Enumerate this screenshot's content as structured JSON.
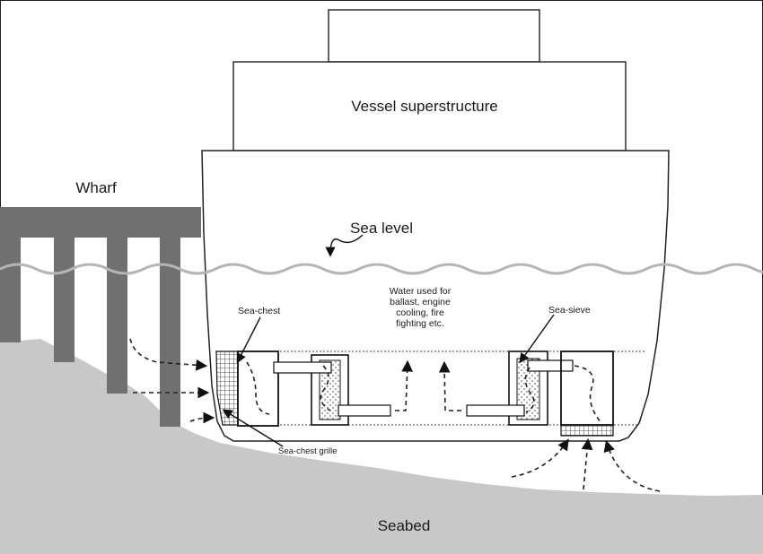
{
  "labels": {
    "superstructure": "Vessel superstructure",
    "wharf": "Wharf",
    "sea_level": "Sea level",
    "water_note": [
      "Water used for",
      "ballast, engine",
      "cooling, fire",
      "fighting etc."
    ],
    "sea_chest": "Sea-chest",
    "sea_sieve": "Sea-sieve",
    "sea_chest_grille": "Sea-chest grille",
    "seabed": "Seabed"
  },
  "colors": {
    "seabed": "#c8c8c8",
    "wharf": "#707070",
    "water_line": "#b4b4b4",
    "outline": "#222222"
  }
}
